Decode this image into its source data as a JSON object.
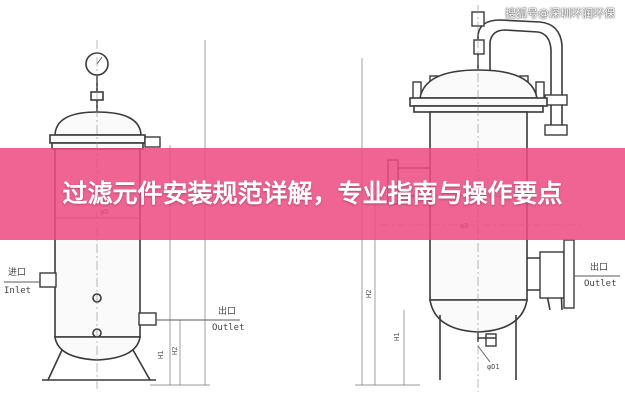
{
  "banner": {
    "title": "过滤元件安装规范详解，专业指南与操作要点",
    "background_color": "#ec4a80",
    "text_color": "#ffffff"
  },
  "watermark": {
    "text": "搜狐号@深圳环润环保"
  },
  "drawing_labels": {
    "left_inlet": "进口\nInlet",
    "left_outlet": "出口\nOutlet",
    "left_diameter": "φD",
    "left_h1": "H1",
    "left_h2": "H2",
    "right_outlet": "出口\nOutlet",
    "right_diameter": "φD",
    "right_d1": "φD1",
    "right_h1": "H1",
    "right_h2": "H2"
  }
}
